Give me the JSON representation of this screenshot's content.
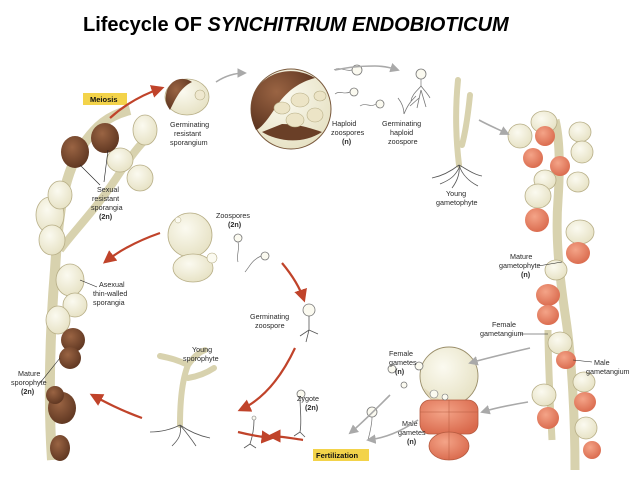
{
  "title": {
    "prefix": "Lifecycle OF ",
    "species": "SYNCHITRIUM ENDOBIOTICUM"
  },
  "stages": {
    "meiosis": "Meiosis",
    "fertilization": "Fertilization"
  },
  "labels": {
    "germinating_resistant": [
      "Germinating",
      "resistant",
      "sporangium"
    ],
    "haploid_zoospores": [
      "Haploid",
      "zoospores",
      "(n)"
    ],
    "germinating_haploid": [
      "Germinating",
      "haploid",
      "zoospore"
    ],
    "young_gametophyte": [
      "Young",
      "gametophyte"
    ],
    "sexual_resistant": [
      "Sexual",
      "resistant",
      "sporangia",
      "(2n)"
    ],
    "zoospores_2n": [
      "Zoospores",
      "(2n)"
    ],
    "asexual_thin": [
      "Asexual",
      "thin-walled",
      "sporangia"
    ],
    "mature_gametophyte": [
      "Mature",
      "gametophyte",
      "(n)"
    ],
    "germinating_zoospore": [
      "Germinating",
      "zoospore"
    ],
    "female_gametangium": [
      "Female",
      "gametangium"
    ],
    "young_sporophyte": [
      "Young",
      "sporophyte"
    ],
    "female_gametes": [
      "Female",
      "gametes",
      "(n)"
    ],
    "male_gametangium": [
      "Male",
      "gametangium"
    ],
    "mature_sporophyte": [
      "Mature",
      "sporophyte",
      "(2n)"
    ],
    "zygote": [
      "Zygote",
      "(2n)"
    ],
    "male_gametes": [
      "Male",
      "gametes",
      "(n)"
    ]
  },
  "colors": {
    "resistant_sporangium": "#7a4a2e",
    "gametangium": "#e9876b",
    "cell": "#f2efd9",
    "arrow_main": "#c0432a",
    "arrow_grey": "#a9a9a9",
    "tag_bg": "#f3d34a"
  }
}
